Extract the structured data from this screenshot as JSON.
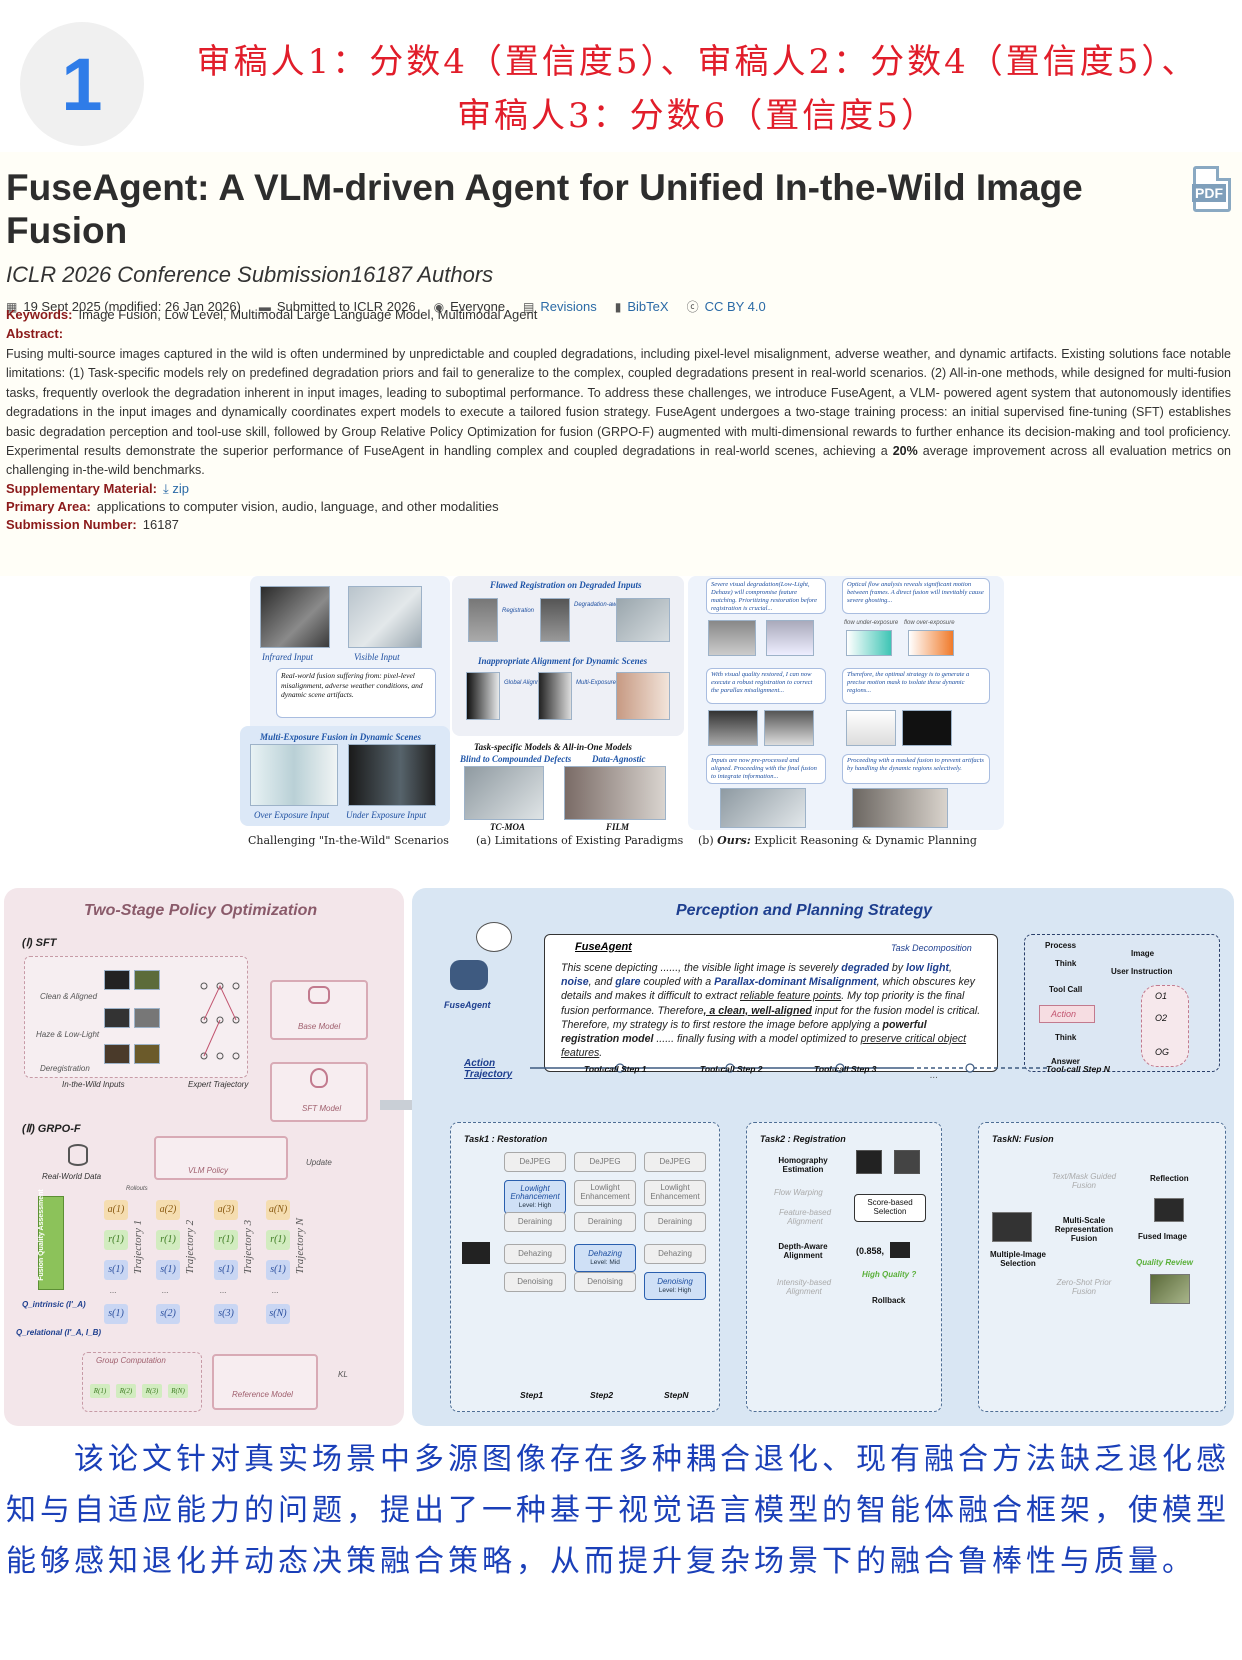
{
  "banner": {
    "number": "1",
    "review_line1": "审稿人1：分数4（置信度5）、审稿人2：分数4（置信度5）、",
    "review_line2": "审稿人3：分数6（置信度5）"
  },
  "paper": {
    "title": "FuseAgent: A VLM-driven Agent for Unified In-the-Wild Image Fusion",
    "pdf_label": "PDF",
    "authors": "ICLR 2026 Conference Submission16187 Authors",
    "meta": {
      "date": "19 Sept 2025 (modified: 26 Jan 2026)",
      "venue": "Submitted to ICLR 2026",
      "readers": "Everyone",
      "revisions": "Revisions",
      "bibtex": "BibTeX",
      "license": "CC BY 4.0"
    },
    "keywords_label": "Keywords:",
    "keywords": "Image Fusion, Low Level, Multimodal Large Language Model, Multimodal Agent",
    "abstract_label": "Abstract:",
    "abstract_part1": "Fusing multi-source images captured in the wild is often undermined by unpredictable and coupled degradations, including pixel-level misalignment, adverse weather, and dynamic artifacts. Existing solutions face notable limitations: (1) Task-specific models rely on predefined degradation priors and fail to generalize to the complex, coupled degradations present in real-world scenarios. (2) All-in-one methods, while designed for multi-fusion tasks, frequently overlook the degradation inherent in input images, leading to suboptimal performance. To address these challenges, we introduce FuseAgent, a VLM- powered agent system that autonomously identifies degradations in the input images and dynamically coordinates expert models to execute a tailored fusion strategy. FuseAgent undergoes a two-stage training process: an initial supervised fine-tuning (SFT) establishes basic degradation perception and tool-use skill, followed by Group Relative Policy Optimization for fusion (GRPO-F) augmented with multi-dimensional rewards to further enhance its decision-making and tool proficiency. Experimental results demonstrate the superior performance of FuseAgent in handling complex and coupled degradations in real-world scenes, achieving a ",
    "abstract_bold": "20%",
    "abstract_part2": " average improvement across all evaluation metrics on challenging in-the-wild benchmarks.",
    "supp_label": "Supplementary Material:",
    "supp_value": "zip",
    "area_label": "Primary Area:",
    "area_value": "applications to computer vision, audio, language, and other modalities",
    "subnum_label": "Submission Number:",
    "subnum_value": "16187"
  },
  "figure1": {
    "infrared": "Infrared Input",
    "visible": "Visible Input",
    "suffer_note": "Real-world fusion suffering from: pixel-level misalignment, adverse weather conditions, and dynamic scene artifacts.",
    "mef_title": "Multi-Exposure Fusion in Dynamic Scenes",
    "over": "Over Exposure Input",
    "under": "Under Exposure Input",
    "cap_left": "Challenging \"In-the-Wild\" Scenarios",
    "flawed": "Flawed Registration on Degraded Inputs",
    "registration": "Registration",
    "degr_fusion": "Degradation-aware Fusion",
    "inappropriate": "Inappropriate Alignment for Dynamic Scenes",
    "global_align": "Global Alignment",
    "mef": "Multi-Exposure Fusion",
    "task_specific": "Task-specific Models & All-in-One Models",
    "blind": "Blind to Compounded Defects",
    "agnostic": "Data-Agnostic",
    "tcmoa": "TC-MOA",
    "film": "FILM",
    "cap_mid": "(a) Limitations of Existing Paradigms",
    "cap_right_prefix": "(b) ",
    "cap_right_ours": "Ours:",
    "cap_right_rest": " Explicit Reasoning & Dynamic Planning",
    "note1": "Severe visual degradation(Low-Light, Dehaze) will compromise feature matching. Prioritizing restoration before registration is crucial...",
    "note2": "Optical flow analysis reveals significant motion between frames. A direct fusion will inevitably cause severe ghosting...",
    "note3": "With visual quality restored, I can now execute a robust registration to correct the parallax misalignment...",
    "note4": "Therefore, the optimal strategy is to generate a precise motion mask to isolate these dynamic regions...",
    "note5": "Inputs are now pre-processed and aligned. Proceeding with the final fusion to integrate information...",
    "note6": "Proceeding with a masked fusion to prevent artifacts by handling the dynamic regions selectively.",
    "flow1": "flow under-exposure",
    "flow2": "flow over-exposure"
  },
  "figure2": {
    "left_title": "Two-Stage Policy Optimization",
    "sft": "(Ⅰ) SFT",
    "clean": "Clean & Aligned",
    "haze": "Haze & Low-Light",
    "dereg": "Deregistration",
    "inwild": "In-the-Wild Inputs",
    "expert": "Expert Trajectory",
    "base_model": "Base Model",
    "sft_model": "SFT Model",
    "grpo": "(Ⅱ) GRPO-F",
    "real_data": "Real-World Data",
    "vlm_policy": "VLM Policy",
    "rollouts": "Rollouts",
    "update": "Update",
    "fqa": "Fusion Quality Assessment",
    "q_intrinsic": "Q_intrinsic (I'_A)",
    "q_relational": "Q_relational (I'_A, I_B)",
    "group_comp": "Group Computation",
    "ref_model": "Reference Model",
    "kl": "KL",
    "traj_labels": [
      "Trajectory 1",
      "Trajectory 2",
      "Trajectory 3",
      "Trajectory N"
    ],
    "a_tokens": [
      "a(1)",
      "a(2)",
      "a(3)",
      "a(N)"
    ],
    "r_tokens": [
      "r(1)",
      "r(1)",
      "r(1)",
      "r(1)"
    ],
    "s_tokens": [
      "s(1)",
      "s(1)",
      "s(1)",
      "s(1)"
    ],
    "sn_tokens": [
      "s(1)",
      "s(2)",
      "s(3)",
      "s(N)"
    ],
    "rewards": [
      "R(1)",
      "R(2)",
      "R(3)",
      "R(N)"
    ],
    "ellipsis": "...",
    "right_title": "Perception and Planning Strategy",
    "agent_name": "FuseAgent",
    "desc_title": "FuseAgent",
    "task_decomp": "Task Decomposition",
    "d1": "This scene depicting ......,  the visible light image is severely ",
    "d2": "degraded",
    "d3": " by ",
    "d4": "low light",
    "d5": ",",
    "d6": "noise",
    "d7": ", and ",
    "d8": "glare",
    "d9": " coupled with a ",
    "d10": "Parallax-dominant Misalignment",
    "d11": ", which obscures key details and makes it difficult to extract ",
    "d12": "reliable feature points",
    "d13": ". My top priority is the final fusion performance. Therefore",
    "d14": ", a clean, well-aligned",
    "d15": " input for the fusion model is critical. Therefore, my strategy is to first restore the image before applying a ",
    "d16": "powerful registration model",
    "d17": " ...... finally fusing with a model optimized to ",
    "d18": "preserve critical object features",
    "d19": ".",
    "process": "Process",
    "think1": "Think",
    "image": "Image",
    "user_instr": "User Instruction",
    "tool_call": "Tool Call",
    "action": "Action",
    "think2": "Think",
    "answer": "Answer",
    "o1": "O1",
    "o2": "O2",
    "og": "OG",
    "action_traj": "Action Trajectory",
    "steps": [
      "Tool-call Step 1",
      "Tool-call Step 2",
      "Tool-call Step 3",
      "Tool-call Step N"
    ],
    "task1_title": "Task1 :  Restoration",
    "task1_grid": [
      [
        "DeJPEG",
        "DeJPEG",
        "DeJPEG"
      ],
      [
        "Lowlight Enhancement",
        "Lowlight Enhancement",
        "Lowlight Enhancement"
      ],
      [
        "Deraining",
        "Deraining",
        "Deraining"
      ],
      [
        "Dehazing",
        "Dehazing",
        "Dehazing"
      ],
      [
        "Denoising",
        "Denoising",
        "Denoising"
      ]
    ],
    "level_high": "Level: High",
    "level_mid": "Level: Mid",
    "step1": "Step1",
    "step2": "Step2",
    "stepN": "StepN",
    "task2_title": "Task2 :  Registration",
    "homography": "Homography Estimation",
    "flow_warp": "Flow Warping",
    "feature_align": "Feature-based Alignment",
    "depth_align": "Depth-Aware Alignment",
    "intensity_align": "Intensity-based Alignment",
    "score_sel": "Score-based Selection",
    "score_val": "(0.858,",
    "high_q": "High Quality ?",
    "rollback": "Rollback",
    "taskN_title": "TaskN: Fusion",
    "textmask": "Text/Mask Guided Fusion",
    "multiscale": "Multi-Scale Representation Fusion",
    "zeroshot": "Zero-Shot Prior Fusion",
    "multi_sel": "Multiple-Image Selection",
    "reflection": "Reflection",
    "fused_image": "Fused Image",
    "quality_review": "Quality Review"
  },
  "summary": "该论文针对真实场景中多源图像存在多种耦合退化、现有融合方法缺乏退化感知与自适应能力的问题，提出了一种基于视觉语言模型的智能体融合框架，使模型能够感知退化并动态决策融合策略，从而提升复杂场景下的融合鲁棒性与质量。",
  "colors": {
    "banner_red": "#e11d2a",
    "badge_blue": "#2f7ce8",
    "field_label": "#8b1a1a",
    "link_blue": "#2b6aa6",
    "summary_blue": "#1a3fb8"
  }
}
